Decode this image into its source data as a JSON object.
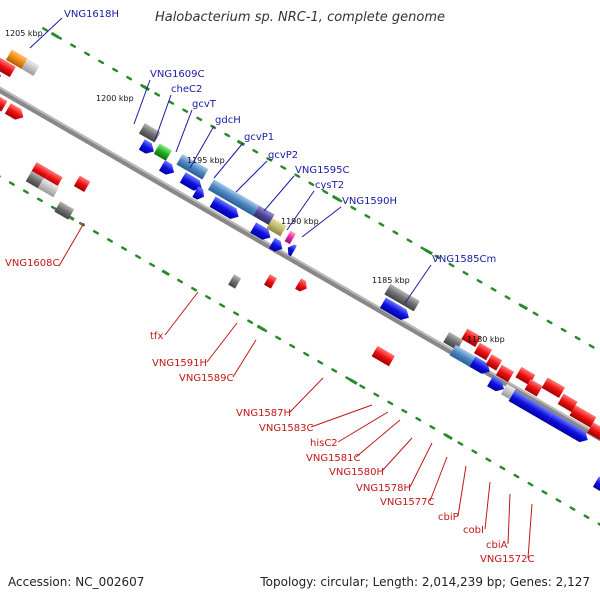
{
  "map": {
    "title": "Halobacterium sp. NRC-1, complete genome",
    "accession": "Accession: NC_002607",
    "topology": "Topology: circular; Length: 2,014,239 bp; Genes: 2,127"
  },
  "ticks": [
    "1205 kbp",
    "1200 kbp",
    "1195 kbp",
    "1190 kbp",
    "1185 kbp",
    "1180 kbp"
  ],
  "genes_top": [
    "VNG1618H",
    "VNG1609C",
    "cheC2",
    "gcvT",
    "gdcH",
    "gcvP1",
    "gcvP2",
    "VNG1595C",
    "cysT2",
    "VNG1590H",
    "VNG1585Cm"
  ],
  "genes_bottom": [
    "VNG1608C",
    "tfx",
    "VNG1591H",
    "VNG1589C",
    "VNG1587H",
    "VNG1583C",
    "hisC2",
    "VNG1581C",
    "VNG1580H",
    "VNG1578H",
    "VNG1577C",
    "cbiP",
    "cobI",
    "cbiA",
    "VNG1572C"
  ],
  "colors": {
    "label_top": "#1a1aa6",
    "label_bottom": "#c41616",
    "forward_gene": "#1010e0",
    "reverse_gene": "#ee1111",
    "backbone": "#888888",
    "tick_dots": "#2a8a2a"
  }
}
